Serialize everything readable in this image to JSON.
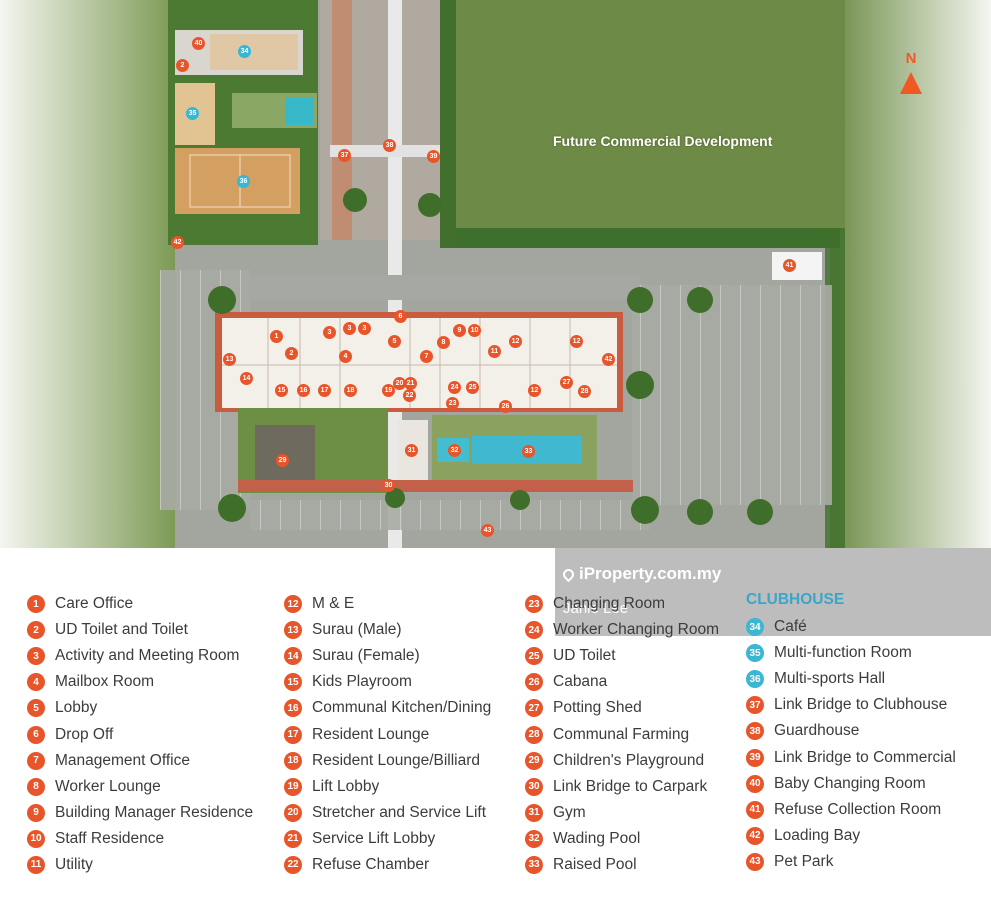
{
  "map": {
    "commercial_label": "Future Commercial Development",
    "north_label": "N",
    "pins": [
      {
        "n": "40",
        "c": "o"
      },
      {
        "n": "34",
        "c": "b"
      },
      {
        "n": "35",
        "c": "b"
      },
      {
        "n": "36",
        "c": "b"
      },
      {
        "n": "37",
        "c": "o"
      },
      {
        "n": "38",
        "c": "o"
      },
      {
        "n": "39",
        "c": "o"
      },
      {
        "n": "42",
        "c": "o"
      },
      {
        "n": "41",
        "c": "o"
      },
      {
        "n": "6",
        "c": "o"
      },
      {
        "n": "1",
        "c": "o"
      },
      {
        "n": "3",
        "c": "o"
      },
      {
        "n": "3",
        "c": "o"
      },
      {
        "n": "3",
        "c": "o"
      },
      {
        "n": "2",
        "c": "o"
      },
      {
        "n": "4",
        "c": "o"
      },
      {
        "n": "5",
        "c": "o"
      },
      {
        "n": "7",
        "c": "o"
      },
      {
        "n": "8",
        "c": "o"
      },
      {
        "n": "9",
        "c": "o"
      },
      {
        "n": "10",
        "c": "o"
      },
      {
        "n": "11",
        "c": "o"
      },
      {
        "n": "12",
        "c": "o"
      },
      {
        "n": "12",
        "c": "o"
      },
      {
        "n": "42",
        "c": "o"
      },
      {
        "n": "13",
        "c": "o"
      },
      {
        "n": "14",
        "c": "o"
      },
      {
        "n": "15",
        "c": "o"
      },
      {
        "n": "16",
        "c": "o"
      },
      {
        "n": "17",
        "c": "o"
      },
      {
        "n": "18",
        "c": "o"
      },
      {
        "n": "19",
        "c": "o"
      },
      {
        "n": "20",
        "c": "o"
      },
      {
        "n": "21",
        "c": "o"
      },
      {
        "n": "22",
        "c": "o"
      },
      {
        "n": "24",
        "c": "o"
      },
      {
        "n": "25",
        "c": "o"
      },
      {
        "n": "23",
        "c": "o"
      },
      {
        "n": "26",
        "c": "o"
      },
      {
        "n": "12",
        "c": "o"
      },
      {
        "n": "27",
        "c": "o"
      },
      {
        "n": "28",
        "c": "o"
      },
      {
        "n": "31",
        "c": "o"
      },
      {
        "n": "32",
        "c": "o"
      },
      {
        "n": "33",
        "c": "o"
      },
      {
        "n": "29",
        "c": "o"
      },
      {
        "n": "30",
        "c": "o"
      },
      {
        "n": "43",
        "c": "o"
      },
      {
        "n": "2",
        "c": "o"
      }
    ]
  },
  "watermark": {
    "brand": "iProperty.com.my",
    "agent": "Janie Lee"
  },
  "legend": {
    "columns": [
      [
        {
          "n": "1",
          "label": "Care Office"
        },
        {
          "n": "2",
          "label": "UD Toilet and Toilet"
        },
        {
          "n": "3",
          "label": "Activity and Meeting Room"
        },
        {
          "n": "4",
          "label": "Mailbox Room"
        },
        {
          "n": "5",
          "label": "Lobby"
        },
        {
          "n": "6",
          "label": "Drop Off"
        },
        {
          "n": "7",
          "label": "Management Office"
        },
        {
          "n": "8",
          "label": "Worker Lounge"
        },
        {
          "n": "9",
          "label": "Building Manager Residence"
        },
        {
          "n": "10",
          "label": "Staff Residence"
        },
        {
          "n": "11",
          "label": "Utility"
        }
      ],
      [
        {
          "n": "12",
          "label": "M & E"
        },
        {
          "n": "13",
          "label": "Surau (Male)"
        },
        {
          "n": "14",
          "label": "Surau (Female)"
        },
        {
          "n": "15",
          "label": "Kids Playroom"
        },
        {
          "n": "16",
          "label": "Communal Kitchen/Dining"
        },
        {
          "n": "17",
          "label": "Resident Lounge"
        },
        {
          "n": "18",
          "label": "Resident Lounge/Billiard"
        },
        {
          "n": "19",
          "label": "Lift Lobby"
        },
        {
          "n": "20",
          "label": "Stretcher and Service Lift"
        },
        {
          "n": "21",
          "label": "Service Lift Lobby"
        },
        {
          "n": "22",
          "label": "Refuse Chamber"
        }
      ],
      [
        {
          "n": "23",
          "label": "Changing Room"
        },
        {
          "n": "24",
          "label": "Worker Changing Room"
        },
        {
          "n": "25",
          "label": "UD Toilet"
        },
        {
          "n": "26",
          "label": "Cabana"
        },
        {
          "n": "27",
          "label": "Potting Shed"
        },
        {
          "n": "28",
          "label": "Communal Farming"
        },
        {
          "n": "29",
          "label": "Children's Playground"
        },
        {
          "n": "30",
          "label": "Link Bridge to Carpark"
        },
        {
          "n": "31",
          "label": "Gym"
        },
        {
          "n": "32",
          "label": "Wading Pool"
        },
        {
          "n": "33",
          "label": "Raised Pool"
        }
      ]
    ],
    "clubhouse_title": "CLUBHOUSE",
    "clubhouse": [
      {
        "n": "34",
        "label": "Café",
        "blue": true
      },
      {
        "n": "35",
        "label": "Multi-function Room",
        "blue": true
      },
      {
        "n": "36",
        "label": "Multi-sports Hall",
        "blue": true
      },
      {
        "n": "37",
        "label": "Link Bridge to Clubhouse",
        "blue": false
      },
      {
        "n": "38",
        "label": "Guardhouse",
        "blue": false
      },
      {
        "n": "39",
        "label": "Link Bridge to Commercial",
        "blue": false
      },
      {
        "n": "40",
        "label": "Baby Changing Room",
        "blue": false
      },
      {
        "n": "41",
        "label": "Refuse Collection Room",
        "blue": false
      },
      {
        "n": "42",
        "label": "Loading Bay",
        "blue": false
      },
      {
        "n": "43",
        "label": "Pet Park",
        "blue": false
      }
    ]
  }
}
